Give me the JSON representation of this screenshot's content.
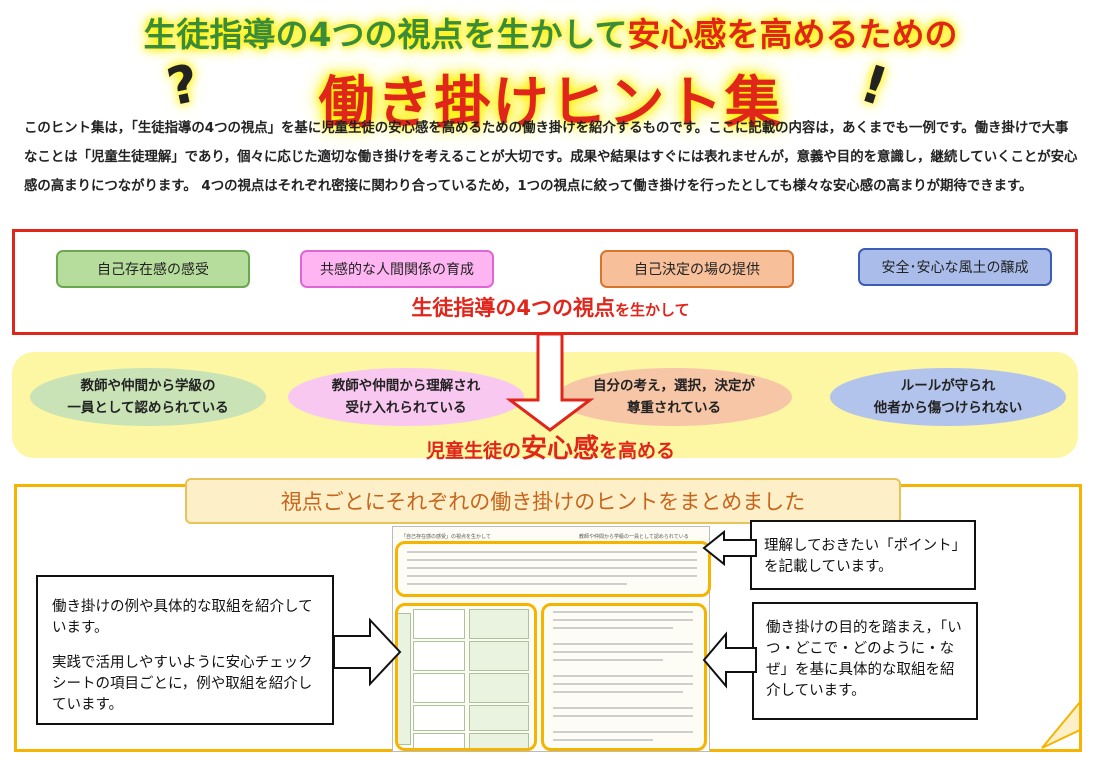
{
  "title": {
    "line1_green": "生徒指導の4つの視点を生かして",
    "line1_red": "安心感を高めるための",
    "line2": "働き掛けヒント集",
    "question_mark": "?",
    "exclamation_mark": "!"
  },
  "intro": "このヒント集は，「生徒指導の4つの視点」を基に児童生徒の安心感を高めるための働き掛けを紹介するものです。ここに記載の内容は，あくまでも一例です。働き掛けで大事なことは「児童生徒理解」であり，個々に応じた適切な働き掛けを考えることが大切です。成果や結果はすぐには表れませんが，意義や目的を意識し，継続していくことが安心感の高まりにつながります。 4つの視点はそれぞれ密接に関わり合っているため，1つの視点に絞って働き掛けを行ったとしても様々な安心感の高まりが期待できます。",
  "perspectives": [
    {
      "label": "自己存在感の感受"
    },
    {
      "label": "共感的な人間関係の育成"
    },
    {
      "label": "自己決定の場の提供"
    },
    {
      "label": "安全･安心な風土の醸成"
    }
  ],
  "perspectives_caption": {
    "main": "生徒指導の4つの視点",
    "suffix": "を生かして"
  },
  "outcomes": [
    {
      "line1": "教師や仲間から学級の",
      "line2": "一員として認められている"
    },
    {
      "line1": "教師や仲間から理解され",
      "line2": "受け入れられている"
    },
    {
      "line1": "自分の考え，選択，決定が",
      "line2": "尊重されている"
    },
    {
      "line1": "ルールが守られ",
      "line2": "他者から傷つけられない"
    }
  ],
  "outcomes_caption": {
    "pre": "児童生徒の",
    "big": "安心感",
    "post": "を高める"
  },
  "section_banner": "視点ごとにそれぞれの働き掛けのヒントをまとめました",
  "notes": {
    "left_p1": "働き掛けの例や具体的な取組を紹介しています。",
    "left_p2": "実践で活用しやすいように安心チェックシートの項目ごとに，例や取組を紹介しています。",
    "right_top": "理解しておきたい「ポイント」を記載しています。",
    "right_bottom": "働き掛けの目的を踏まえ，「いつ・どこで・どのように・なぜ」を基に具体的な取組を紹介しています。"
  },
  "doc_thumb": {
    "header_left": "「自己存在感の感受」の視点を生かして",
    "header_right": "教師や仲間から学級の一員として認められている"
  },
  "colors": {
    "red": "#e0251b",
    "green_title": "#3a8c3a",
    "highlight": "#fff200",
    "frame_yellow": "#f5b400",
    "band_yellow": "#fdf6a2"
  }
}
